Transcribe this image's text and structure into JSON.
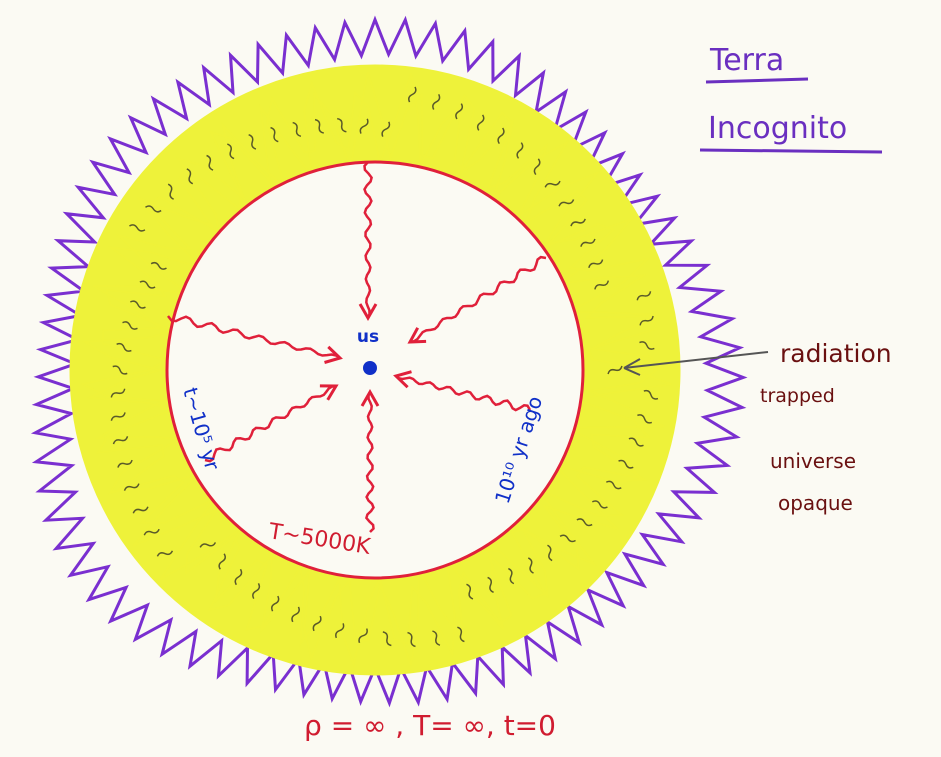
{
  "title": {
    "line1": "Terra",
    "line2": "Incognito"
  },
  "annotation": {
    "line1": "radiation",
    "line2": "trapped",
    "line3": "universe",
    "line4": "opaque"
  },
  "center_label": "us",
  "labels": {
    "left_time": "t~10⁵ yr",
    "right_time": "10¹⁰ yr ago",
    "temperature": "T~5000K"
  },
  "bottom_caption": "ρ = ∞ , T= ∞, t=0",
  "colors": {
    "outer_boundary": "#7a2fd0",
    "yellow_band": "#eef23a",
    "band_squiggles": "#5a5a2a",
    "inner_circle": "#e0203a",
    "arrows": "#e0203a",
    "center_dot": "#1030c8",
    "title": "#6a2fc0",
    "annotation_text": "#6a1010",
    "blue_text": "#1030c8",
    "red_text": "#d01c30",
    "bottom_text": "#d01c30"
  }
}
